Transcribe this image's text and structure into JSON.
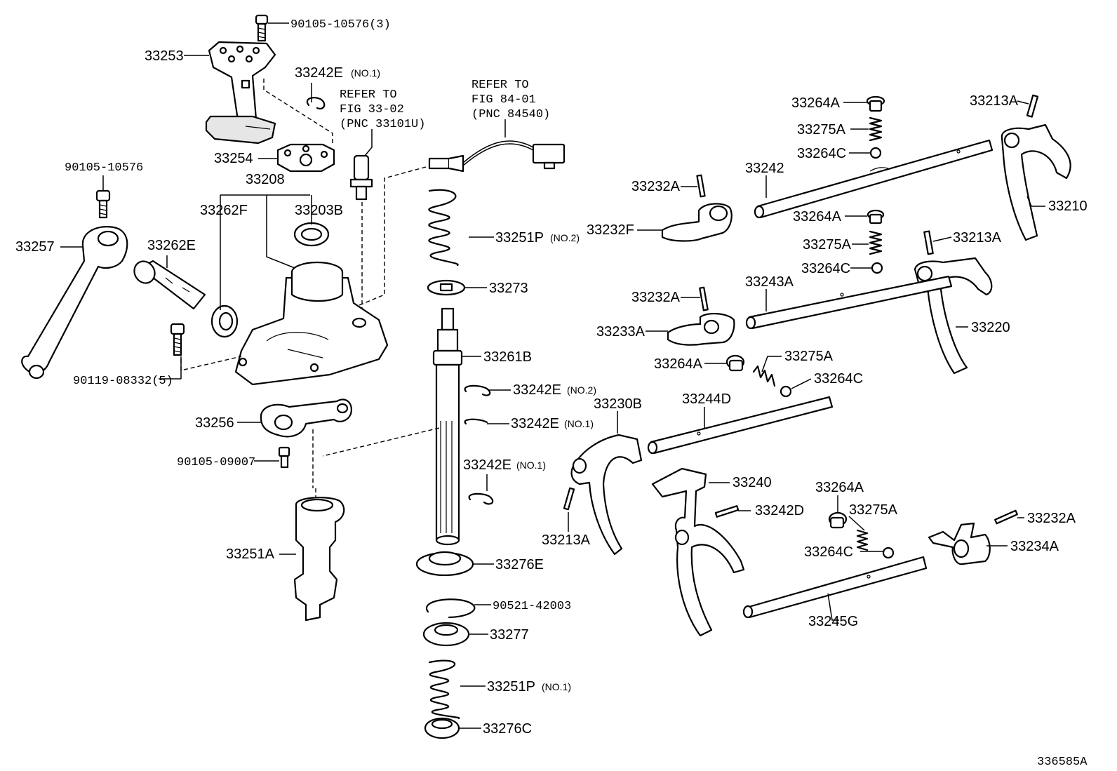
{
  "diagram": {
    "catalog_number": "336585A",
    "callouts": [
      {
        "part": "90105-10576(3)"
      },
      {
        "part": "33253"
      },
      {
        "part": "33242E",
        "note": "(NO.1)"
      },
      {
        "part": "33254"
      },
      {
        "part": "33208"
      },
      {
        "part": "33262F"
      },
      {
        "part": "33203B"
      },
      {
        "part": "90105-10576"
      },
      {
        "part": "33257"
      },
      {
        "part": "33262E"
      },
      {
        "part": "90119-08332(5)"
      },
      {
        "part": "33256"
      },
      {
        "part": "90105-09007"
      },
      {
        "part": "33251A"
      },
      {
        "part": "33251P",
        "note": "(NO.2)"
      },
      {
        "part": "33273"
      },
      {
        "part": "33261B"
      },
      {
        "part": "33242E",
        "note": "(NO.2)"
      },
      {
        "part": "33242E",
        "note": "(NO.1)"
      },
      {
        "part": "33242E",
        "note": "(NO.1)"
      },
      {
        "part": "33276E"
      },
      {
        "part": "90521-42003"
      },
      {
        "part": "33277"
      },
      {
        "part": "33251P",
        "note": "(NO.1)"
      },
      {
        "part": "33276C"
      },
      {
        "part": "33264A"
      },
      {
        "part": "33275A"
      },
      {
        "part": "33264C"
      },
      {
        "part": "33213A"
      },
      {
        "part": "33242"
      },
      {
        "part": "33232A"
      },
      {
        "part": "33232F"
      },
      {
        "part": "33210"
      },
      {
        "part": "33264A"
      },
      {
        "part": "33275A"
      },
      {
        "part": "33213A"
      },
      {
        "part": "33264C"
      },
      {
        "part": "33232A"
      },
      {
        "part": "33243A"
      },
      {
        "part": "33233A"
      },
      {
        "part": "33220"
      },
      {
        "part": "33264A"
      },
      {
        "part": "33275A"
      },
      {
        "part": "33264C"
      },
      {
        "part": "33230B"
      },
      {
        "part": "33244D"
      },
      {
        "part": "33240"
      },
      {
        "part": "33242D"
      },
      {
        "part": "33213A"
      },
      {
        "part": "33264A"
      },
      {
        "part": "33275A"
      },
      {
        "part": "33264C"
      },
      {
        "part": "33232A"
      },
      {
        "part": "33234A"
      },
      {
        "part": "33245G"
      }
    ],
    "references": [
      {
        "lines": [
          "REFER TO",
          "FIG 33-02",
          "(PNC 33101U)"
        ]
      },
      {
        "lines": [
          "REFER TO",
          "FIG 84-01",
          "(PNC 84540)"
        ]
      }
    ]
  }
}
